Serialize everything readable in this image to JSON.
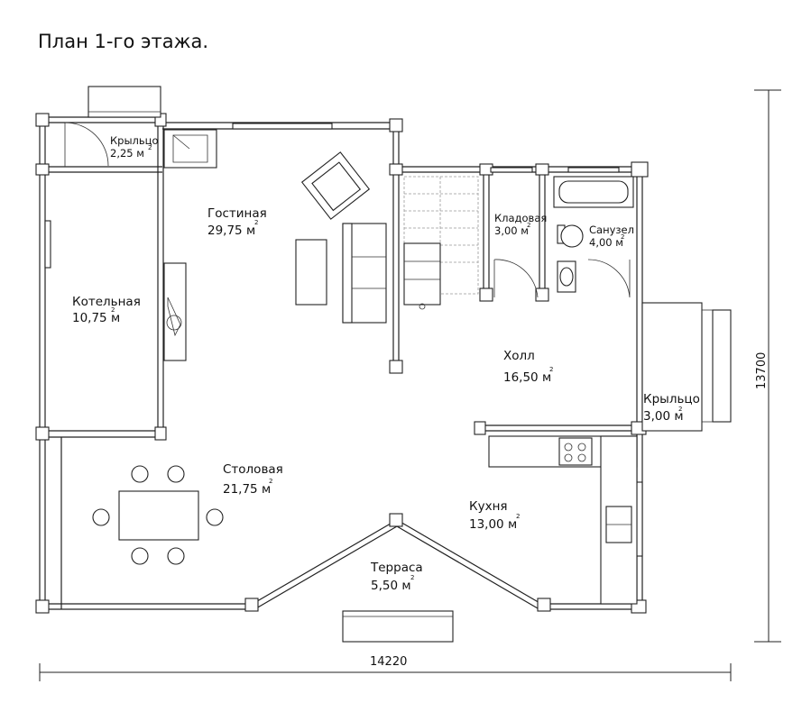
{
  "title": "План 1-го этажа.",
  "area_unit": "м",
  "area_exponent": "2",
  "dimensions": {
    "width": "14220",
    "height": "13700"
  },
  "rooms": [
    {
      "key": "porch-top",
      "name": "Крыльцо",
      "area": "2,25"
    },
    {
      "key": "living-room",
      "name": "Гостиная",
      "area": "29,75"
    },
    {
      "key": "pantry",
      "name": "Кладовая",
      "area": "3,00"
    },
    {
      "key": "bathroom",
      "name": "Санузел",
      "area": "4,00"
    },
    {
      "key": "boiler-room",
      "name": "Котельная",
      "area": "10,75"
    },
    {
      "key": "hall",
      "name": "Холл",
      "area": "16,50"
    },
    {
      "key": "porch-side",
      "name": "Крыльцо",
      "area": "3,00"
    },
    {
      "key": "dining-room",
      "name": "Столовая",
      "area": "21,75"
    },
    {
      "key": "kitchen",
      "name": "Кухня",
      "area": "13,00"
    },
    {
      "key": "terrace",
      "name": "Терраса",
      "area": "5,50"
    }
  ]
}
